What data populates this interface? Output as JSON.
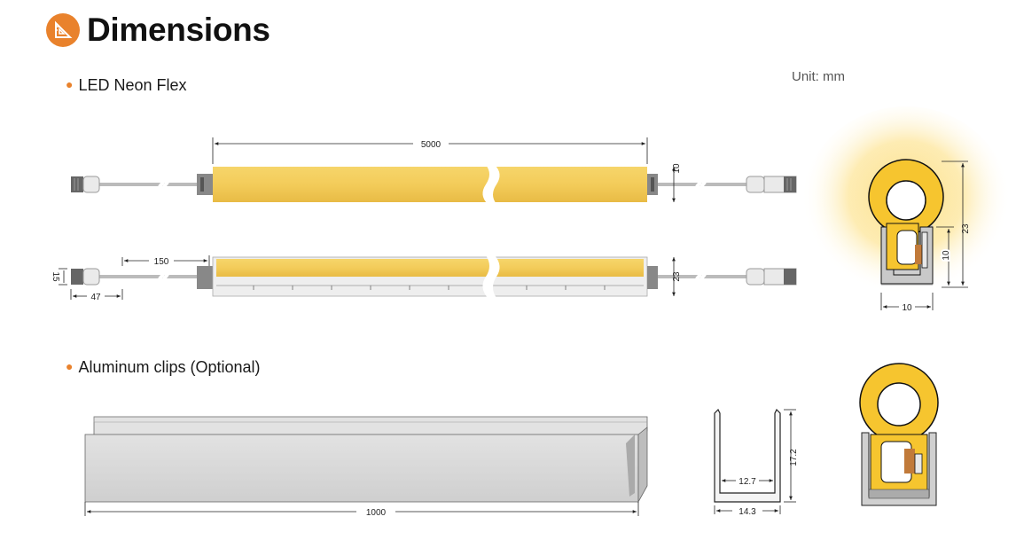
{
  "header": {
    "title": "Dimensions",
    "icon": "ruler-triangle-icon"
  },
  "unit_label": "Unit: mm",
  "sections": {
    "led_neon_flex": "LED Neon Flex",
    "aluminum_clips": "Aluminum clips (Optional)"
  },
  "dimensions": {
    "strip_length": "5000",
    "strip_height": "10",
    "lead_length": "150",
    "connector_length": "47",
    "connector_height": "15",
    "side_height": "23",
    "profile_height": "23",
    "profile_inner_height": "10",
    "profile_width": "10",
    "clip_length": "1000",
    "clip_inner_width": "12.7",
    "clip_outer_width": "14.3",
    "clip_height": "17.2"
  },
  "colors": {
    "accent": "#e9822c",
    "led_yellow": "#f2c94c",
    "led_warm": "#f6c744",
    "glow": "#fde7a0",
    "clip_grey": "#d8d8d8",
    "line": "#333333"
  }
}
